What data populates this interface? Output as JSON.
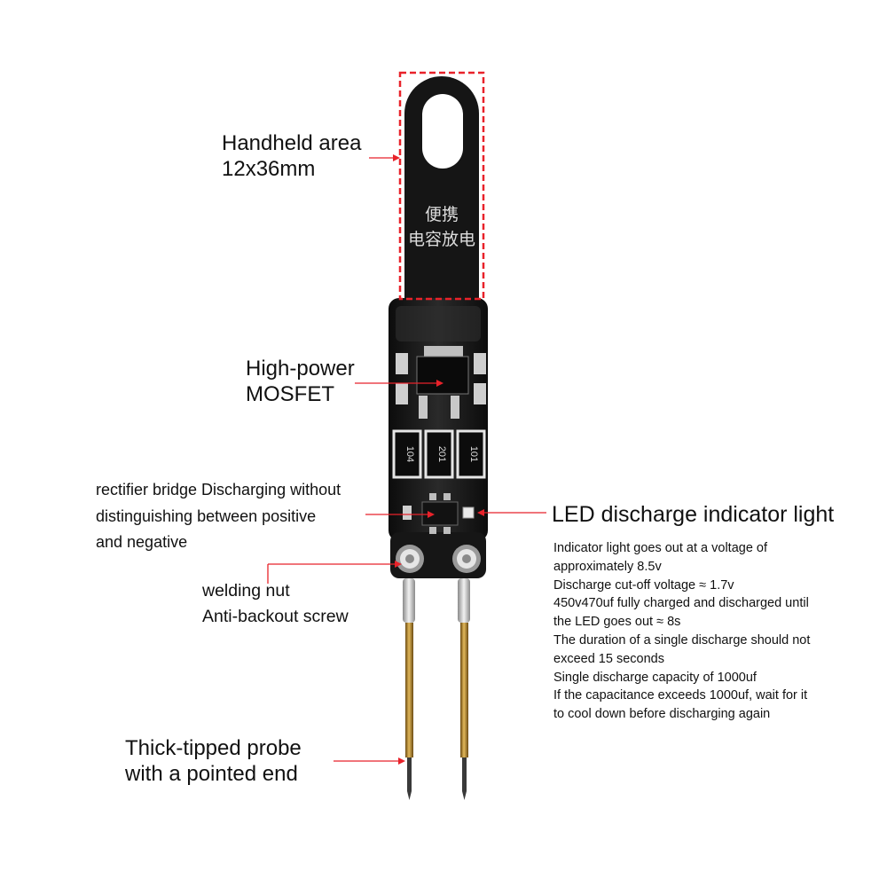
{
  "labels": {
    "handheld": [
      "Handheld area",
      "12x36mm"
    ],
    "mosfet": [
      "High-power",
      "MOSFET"
    ],
    "rectifier": [
      "rectifier bridge Discharging without",
      "distinguishing between positive",
      "and negative"
    ],
    "nut": [
      "welding nut",
      "Anti-backout screw"
    ],
    "probe": [
      "Thick-tipped probe",
      "with a pointed end"
    ],
    "led": "LED discharge indicator light"
  },
  "notes": [
    "Indicator light goes out at a voltage of",
    "approximately 8.5v",
    "Discharge cut-off voltage ≈ 1.7v",
    "450v470uf fully charged and discharged until",
    "the LED goes out ≈ 8s",
    "The duration of a single discharge should not",
    "exceed 15 seconds",
    "Single discharge capacity of 1000uf",
    "If the capacitance exceeds 1000uf, wait for it",
    "to cool down before discharging again"
  ],
  "board_text": {
    "chinese_line1": "便携",
    "chinese_line2": "电容放电",
    "resistors": [
      "104",
      "201",
      "101"
    ]
  },
  "colors": {
    "pcb": "#111111",
    "annotation": "#e8222a",
    "gold": "#b8892c",
    "text": "#111111"
  }
}
